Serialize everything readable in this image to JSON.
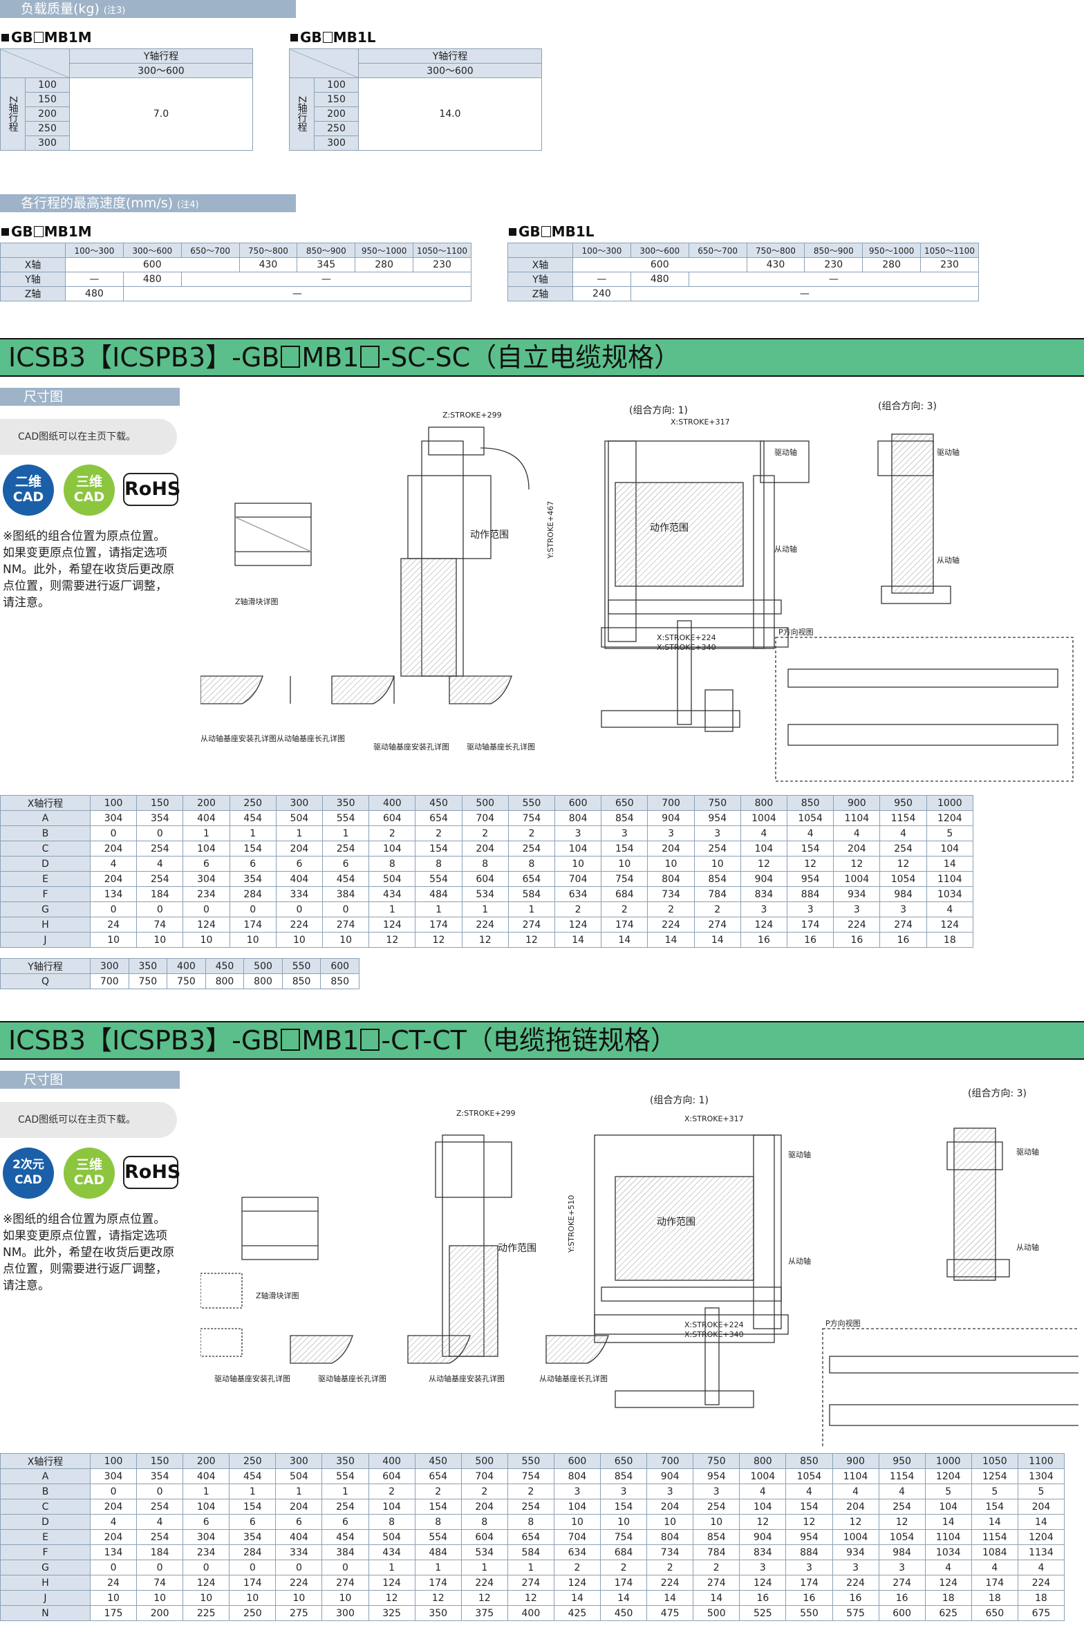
{
  "payload": {
    "heading": "负载质量(kg)",
    "note": "(注3)",
    "tables": [
      {
        "model_prefix": "GB",
        "model_suffix": "MB1M",
        "y_header": "Y轴行程",
        "y_range": "300～600",
        "z_label": "Z轴行程",
        "z_values": [
          "100",
          "150",
          "200",
          "250",
          "300"
        ],
        "value": "7.0"
      },
      {
        "model_prefix": "GB",
        "model_suffix": "MB1L",
        "y_header": "Y轴行程",
        "y_range": "300～600",
        "z_label": "Z轴行程",
        "z_values": [
          "100",
          "150",
          "200",
          "250",
          "300"
        ],
        "value": "14.0"
      }
    ]
  },
  "speed": {
    "heading": "各行程的最高速度(mm/s)",
    "note": "(注4)",
    "stroke_headers": [
      "100～300",
      "300～600",
      "650～700",
      "750～800",
      "850～900",
      "950～1000",
      "1050～1100"
    ],
    "tables": [
      {
        "model_prefix": "GB",
        "model_suffix": "MB1M",
        "rows": [
          {
            "axis": "X轴",
            "cells": [
              {
                "v": "600",
                "span": 3
              },
              {
                "v": "430",
                "span": 1
              },
              {
                "v": "345",
                "span": 1
              },
              {
                "v": "280",
                "span": 1
              },
              {
                "v": "230",
                "span": 1
              }
            ]
          },
          {
            "axis": "Y轴",
            "cells": [
              {
                "v": "—",
                "span": 1
              },
              {
                "v": "480",
                "span": 1
              },
              {
                "v": "—",
                "span": 5
              }
            ]
          },
          {
            "axis": "Z轴",
            "cells": [
              {
                "v": "480",
                "span": 1
              },
              {
                "v": "—",
                "span": 6
              }
            ]
          }
        ]
      },
      {
        "model_prefix": "GB",
        "model_suffix": "MB1L",
        "rows": [
          {
            "axis": "X轴",
            "cells": [
              {
                "v": "600",
                "span": 3
              },
              {
                "v": "430",
                "span": 1
              },
              {
                "v": "230",
                "span": 1
              },
              {
                "v": "280",
                "span": 1
              },
              {
                "v": "230",
                "span": 1
              }
            ]
          },
          {
            "axis": "Y轴",
            "cells": [
              {
                "v": "—",
                "span": 1
              },
              {
                "v": "480",
                "span": 1
              },
              {
                "v": "—",
                "span": 5
              }
            ]
          },
          {
            "axis": "Z轴",
            "cells": [
              {
                "v": "240",
                "span": 1
              },
              {
                "v": "—",
                "span": 6
              }
            ]
          }
        ]
      }
    ]
  },
  "section1": {
    "title_a": "ICSB3【ICSPB3】-GB",
    "title_b": "MB1",
    "title_c": "-SC-SC（自立电缆规格）",
    "dim_tab": "尺寸图",
    "cad_note": "CAD图纸可以在主页下载。",
    "badge_2d": [
      "二维",
      "CAD"
    ],
    "badge_3d": [
      "三维",
      "CAD"
    ],
    "rohs": "RoHS",
    "remark": "※图纸的组合位置为原点位置。如果变更原点位置，请指定选项NM。此外，希望在收货后更改原点位置，则需要进行返厂调整，请注意。",
    "labels": {
      "combo1": "(组合方向: 1)",
      "combo3": "(组合方向: 3)",
      "action_range": "动作范围",
      "z_slider": "Z轴滑块详图",
      "pdir": "P方向视图",
      "driven_hole": "从动轴基座安装孔详图",
      "driven_long": "从动轴基座长孔详图",
      "drive_hole": "驱动轴基座安装孔详图",
      "drive_long": "驱动轴基座长孔详图",
      "drive_axis": "驱动轴",
      "driven_axis": "从动轴",
      "z_stroke": "Z:STROKE+299",
      "x_stroke": "X:STROKE+317",
      "x_stroke2": "X:STROKE+224",
      "x_stroke3": "X:STROKE+340",
      "y_stroke": "Y:STROKE+467"
    },
    "x_table": {
      "header": "X轴行程",
      "cols": [
        "100",
        "150",
        "200",
        "250",
        "300",
        "350",
        "400",
        "450",
        "500",
        "550",
        "600",
        "650",
        "700",
        "750",
        "800",
        "850",
        "900",
        "950",
        "1000"
      ],
      "rows": [
        {
          "name": "A",
          "v": [
            "304",
            "354",
            "404",
            "454",
            "504",
            "554",
            "604",
            "654",
            "704",
            "754",
            "804",
            "854",
            "904",
            "954",
            "1004",
            "1054",
            "1104",
            "1154",
            "1204"
          ]
        },
        {
          "name": "B",
          "v": [
            "0",
            "0",
            "1",
            "1",
            "1",
            "1",
            "2",
            "2",
            "2",
            "2",
            "3",
            "3",
            "3",
            "3",
            "4",
            "4",
            "4",
            "4",
            "5"
          ]
        },
        {
          "name": "C",
          "v": [
            "204",
            "254",
            "104",
            "154",
            "204",
            "254",
            "104",
            "154",
            "204",
            "254",
            "104",
            "154",
            "204",
            "254",
            "104",
            "154",
            "204",
            "254",
            "104"
          ]
        },
        {
          "name": "D",
          "v": [
            "4",
            "4",
            "6",
            "6",
            "6",
            "6",
            "8",
            "8",
            "8",
            "8",
            "10",
            "10",
            "10",
            "10",
            "12",
            "12",
            "12",
            "12",
            "14"
          ]
        },
        {
          "name": "E",
          "v": [
            "204",
            "254",
            "304",
            "354",
            "404",
            "454",
            "504",
            "554",
            "604",
            "654",
            "704",
            "754",
            "804",
            "854",
            "904",
            "954",
            "1004",
            "1054",
            "1104"
          ]
        },
        {
          "name": "F",
          "v": [
            "134",
            "184",
            "234",
            "284",
            "334",
            "384",
            "434",
            "484",
            "534",
            "584",
            "634",
            "684",
            "734",
            "784",
            "834",
            "884",
            "934",
            "984",
            "1034"
          ]
        },
        {
          "name": "G",
          "v": [
            "0",
            "0",
            "0",
            "0",
            "0",
            "0",
            "1",
            "1",
            "1",
            "1",
            "2",
            "2",
            "2",
            "2",
            "3",
            "3",
            "3",
            "3",
            "4"
          ]
        },
        {
          "name": "H",
          "v": [
            "24",
            "74",
            "124",
            "174",
            "224",
            "274",
            "124",
            "174",
            "224",
            "274",
            "124",
            "174",
            "224",
            "274",
            "124",
            "174",
            "224",
            "274",
            "124"
          ]
        },
        {
          "name": "J",
          "v": [
            "10",
            "10",
            "10",
            "10",
            "10",
            "10",
            "12",
            "12",
            "12",
            "12",
            "14",
            "14",
            "14",
            "14",
            "16",
            "16",
            "16",
            "16",
            "18"
          ]
        }
      ]
    },
    "y_table": {
      "header": "Y轴行程",
      "cols": [
        "300",
        "350",
        "400",
        "450",
        "500",
        "550",
        "600"
      ],
      "rows": [
        {
          "name": "Q",
          "v": [
            "700",
            "750",
            "750",
            "800",
            "800",
            "850",
            "850"
          ]
        }
      ]
    }
  },
  "section2": {
    "title_a": "ICSB3【ICSPB3】-GB",
    "title_b": "MB1",
    "title_c": "-CT-CT（电缆拖链规格）",
    "dim_tab": "尺寸图",
    "cad_note": "CAD图纸可以在主页下载。",
    "badge_2d": [
      "2次元",
      "CAD"
    ],
    "badge_3d": [
      "三维",
      "CAD"
    ],
    "rohs": "RoHS",
    "remark": "※图纸的组合位置为原点位置。如果变更原点位置，请指定选项NM。此外，希望在收货后更改原点位置，则需要进行返厂调整，请注意。",
    "labels": {
      "combo1": "(组合方向: 1)",
      "combo3": "(组合方向: 3)",
      "action_range": "动作范围",
      "z_slider": "Z轴滑块详图",
      "pdir": "P方向视图",
      "drive_hole": "驱动轴基座安装孔详图",
      "drive_long": "驱动轴基座长孔详图",
      "driven_hole": "从动轴基座安装孔详图",
      "driven_long": "从动轴基座长孔详图",
      "drive_axis": "驱动轴",
      "driven_axis": "从动轴",
      "z_stroke": "Z:STROKE+299",
      "x_stroke": "X:STROKE+317",
      "x_stroke2": "X:STROKE+224",
      "x_stroke3": "X:STROKE+340",
      "y_stroke": "Y:STROKE+510"
    },
    "x_table": {
      "header": "X轴行程",
      "cols": [
        "100",
        "150",
        "200",
        "250",
        "300",
        "350",
        "400",
        "450",
        "500",
        "550",
        "600",
        "650",
        "700",
        "750",
        "800",
        "850",
        "900",
        "950",
        "1000",
        "1050",
        "1100"
      ],
      "rows": [
        {
          "name": "A",
          "v": [
            "304",
            "354",
            "404",
            "454",
            "504",
            "554",
            "604",
            "654",
            "704",
            "754",
            "804",
            "854",
            "904",
            "954",
            "1004",
            "1054",
            "1104",
            "1154",
            "1204",
            "1254",
            "1304"
          ]
        },
        {
          "name": "B",
          "v": [
            "0",
            "0",
            "1",
            "1",
            "1",
            "1",
            "2",
            "2",
            "2",
            "2",
            "3",
            "3",
            "3",
            "3",
            "4",
            "4",
            "4",
            "4",
            "5",
            "5",
            "5"
          ]
        },
        {
          "name": "C",
          "v": [
            "204",
            "254",
            "104",
            "154",
            "204",
            "254",
            "104",
            "154",
            "204",
            "254",
            "104",
            "154",
            "204",
            "254",
            "104",
            "154",
            "204",
            "254",
            "104",
            "154",
            "204"
          ]
        },
        {
          "name": "D",
          "v": [
            "4",
            "4",
            "6",
            "6",
            "6",
            "6",
            "8",
            "8",
            "8",
            "8",
            "10",
            "10",
            "10",
            "10",
            "12",
            "12",
            "12",
            "12",
            "14",
            "14",
            "14"
          ]
        },
        {
          "name": "E",
          "v": [
            "204",
            "254",
            "304",
            "354",
            "404",
            "454",
            "504",
            "554",
            "604",
            "654",
            "704",
            "754",
            "804",
            "854",
            "904",
            "954",
            "1004",
            "1054",
            "1104",
            "1154",
            "1204"
          ]
        },
        {
          "name": "F",
          "v": [
            "134",
            "184",
            "234",
            "284",
            "334",
            "384",
            "434",
            "484",
            "534",
            "584",
            "634",
            "684",
            "734",
            "784",
            "834",
            "884",
            "934",
            "984",
            "1034",
            "1084",
            "1134"
          ]
        },
        {
          "name": "G",
          "v": [
            "0",
            "0",
            "0",
            "0",
            "0",
            "0",
            "1",
            "1",
            "1",
            "1",
            "2",
            "2",
            "2",
            "2",
            "3",
            "3",
            "3",
            "3",
            "4",
            "4",
            "4"
          ]
        },
        {
          "name": "H",
          "v": [
            "24",
            "74",
            "124",
            "174",
            "224",
            "274",
            "124",
            "174",
            "224",
            "274",
            "124",
            "174",
            "224",
            "274",
            "124",
            "174",
            "224",
            "274",
            "124",
            "174",
            "224"
          ]
        },
        {
          "name": "J",
          "v": [
            "10",
            "10",
            "10",
            "10",
            "10",
            "10",
            "12",
            "12",
            "12",
            "12",
            "14",
            "14",
            "14",
            "14",
            "16",
            "16",
            "16",
            "16",
            "18",
            "18",
            "18"
          ]
        },
        {
          "name": "N",
          "v": [
            "175",
            "200",
            "225",
            "250",
            "275",
            "300",
            "325",
            "350",
            "375",
            "400",
            "425",
            "450",
            "475",
            "500",
            "525",
            "550",
            "575",
            "600",
            "625",
            "650",
            "675"
          ]
        }
      ]
    }
  }
}
